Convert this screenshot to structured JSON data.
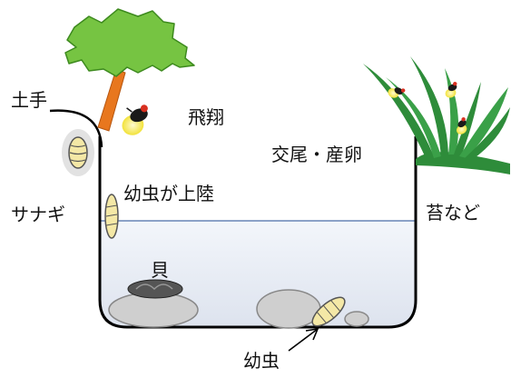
{
  "labels": {
    "embankment": "土手",
    "flight": "飛翔",
    "mating": "交尾・産卵",
    "larva_landing": "幼虫が上陸",
    "pupa": "サナギ",
    "moss": "苔など",
    "snail": "貝",
    "larva": "幼虫"
  },
  "colors": {
    "water": "#e6ebf4",
    "water_line": "#4a6ea8",
    "outline": "#000000",
    "tree_leaves": "#76c442",
    "tree_trunk": "#e8771e",
    "grass": "#2e8c3a",
    "firefly_body": "#1a1a1a",
    "firefly_head": "#d83020",
    "firefly_glow": "#f2e23a",
    "stone": "#cfcfcf",
    "snail": "#555555"
  }
}
